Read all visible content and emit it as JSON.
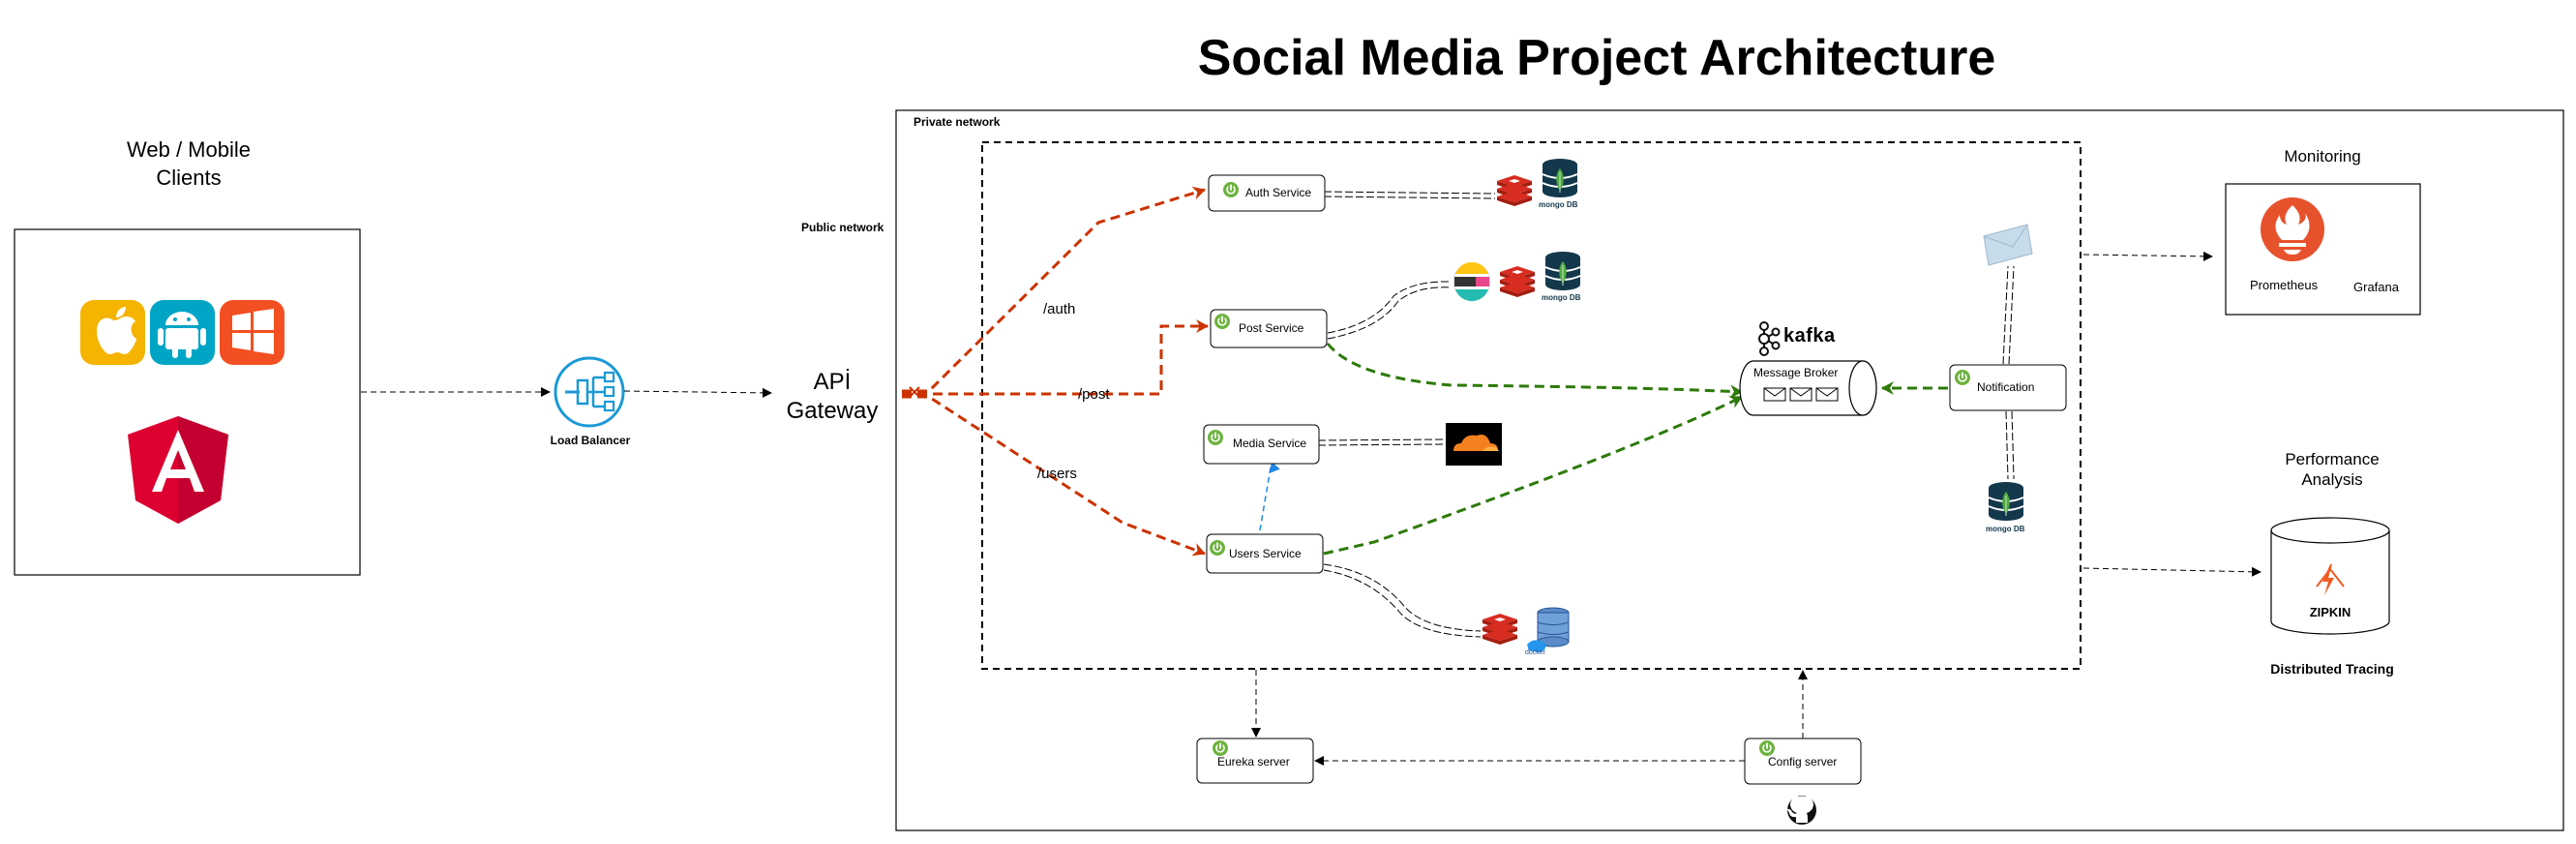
{
  "title": "Social Media Project Architecture",
  "clients": {
    "title_line1": "Web / Mobile",
    "title_line2": "Clients"
  },
  "load_balancer": "Load Balancer",
  "gateway": {
    "line1": "APİ",
    "line2": "Gateway"
  },
  "public_network": "Public network",
  "private_network": "Private network",
  "routes": {
    "auth": "/auth",
    "post": "/post",
    "users": "/users"
  },
  "services": {
    "auth": "Auth Service",
    "post": "Post Service",
    "media": "Media Service",
    "users": "Users Service",
    "notification": "Notification",
    "eureka": "Eureka server",
    "config": "Config server"
  },
  "kafka": {
    "brand": "kafka",
    "broker": "Message Broker"
  },
  "db_labels": {
    "mongo": "mongo DB",
    "docker": "docker"
  },
  "monitoring": {
    "title": "Monitoring",
    "prometheus": "Prometheus",
    "grafana": "Grafana"
  },
  "performance": {
    "title_line1": "Performance",
    "title_line2": "Analysis",
    "zipkin": "ZIPKIN",
    "tracing": "Distributed Tracing"
  },
  "colors": {
    "route_red": "#cc3300",
    "kafka_green": "#2d7a0a",
    "blue_dashed": "#1e88e5",
    "spring_green": "#6db33f",
    "mongo_dark": "#13384c",
    "redis_red": "#d82c20",
    "prometheus": "#e6522c",
    "angular": "#dd0031",
    "apple": "#f4b400",
    "android": "#00a5c6",
    "windows": "#f25022",
    "cloudflare": "#f48120"
  }
}
